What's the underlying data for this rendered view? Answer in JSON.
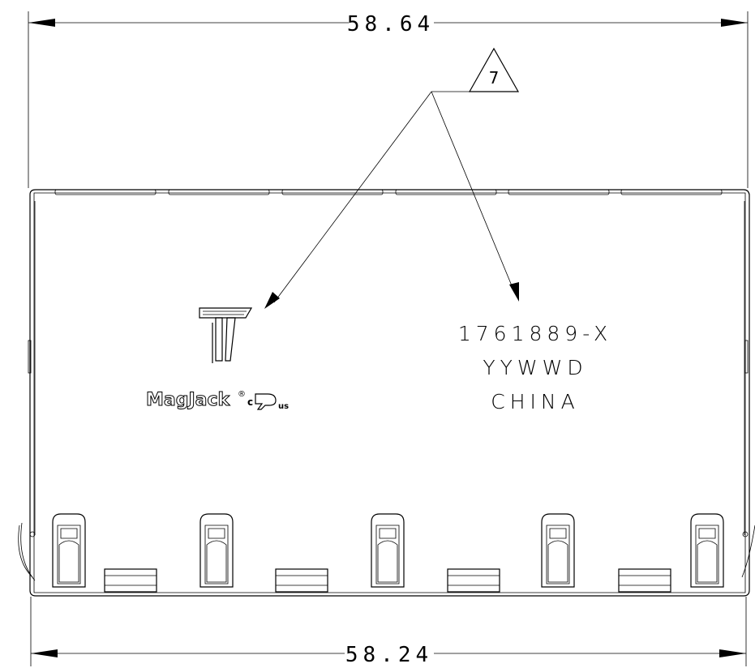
{
  "dimensions": {
    "top": "58.64",
    "bottom": "58.24"
  },
  "callout": {
    "number": "7"
  },
  "marking": {
    "part_number": "1761889-X",
    "date_code": "YYWWD",
    "country": "CHINA"
  },
  "logo": {
    "brand": "MagJack",
    "registered": "®",
    "cert_c": "c",
    "cert_us": "us"
  }
}
